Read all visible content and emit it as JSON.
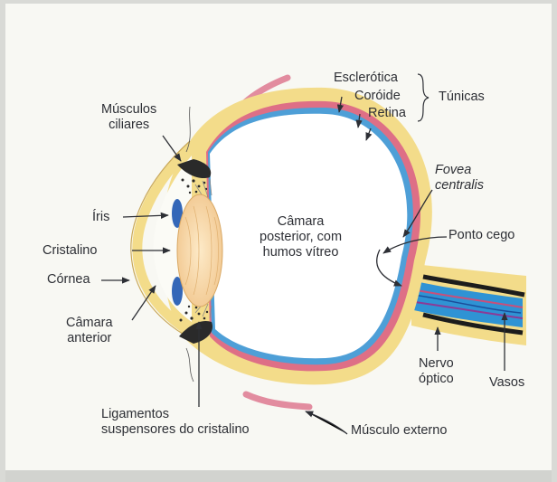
{
  "labels": {
    "musculos_ciliares": "Músculos\nciliares",
    "iris": "Íris",
    "cristalino": "Cristalino",
    "cornea": "Córnea",
    "camara_anterior": "Câmara\nanterior",
    "camara_posterior": "Câmara\nposterior, com\nhumos vítreo",
    "esclerotica": "Esclerótica",
    "coroide": "Coróide",
    "retina": "Retina",
    "tunicas": "Túnicas",
    "fovea_centralis": "Fovea\ncentralis",
    "ponto_cego": "Ponto cego",
    "nervo_optico": "Nervo\nóptico",
    "vasos": "Vasos",
    "ligamentos": "Ligamentos\nsuspensores do cristalino",
    "musculo_externo": "Músculo externo"
  },
  "colors": {
    "photo_background": "#d9dad6",
    "paper": "#f8f8f3",
    "sclera": "#f3dc8a",
    "choroid": "#de6f86",
    "retina": "#4e9fd7",
    "lens": "#f6d8a6",
    "iris": "#3467b8",
    "nerve_fibers": "#2f93d4",
    "text": "#2d2f35"
  },
  "icons": [
    "bracket-brace",
    "pointer-arrow"
  ]
}
